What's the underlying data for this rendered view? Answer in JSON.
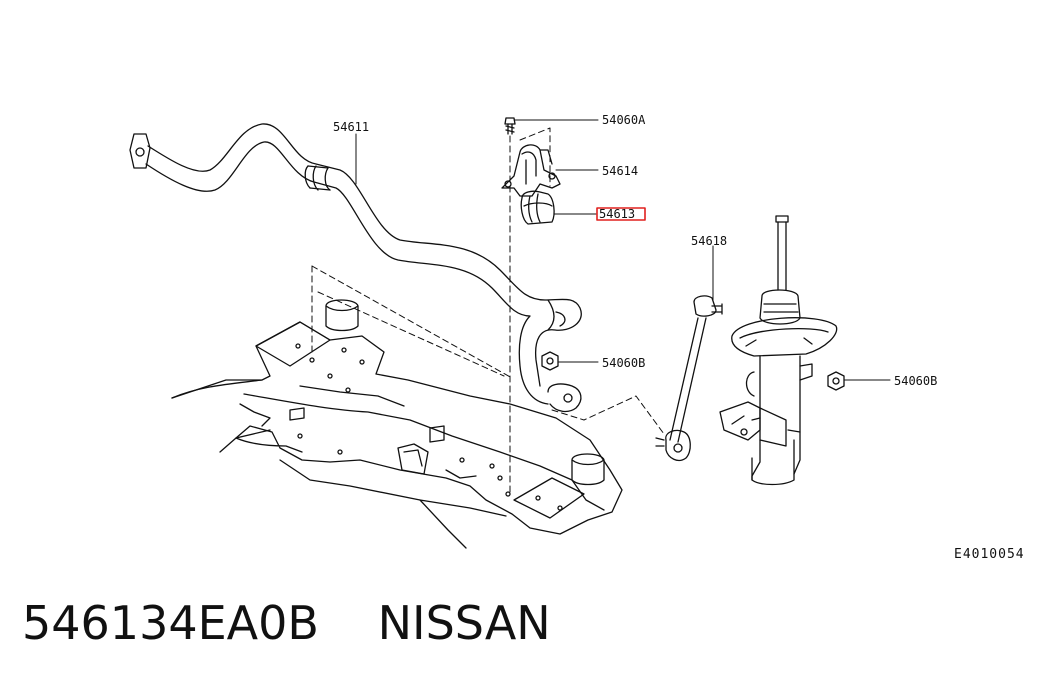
{
  "callouts": {
    "stabilizer_bar": "54611",
    "bolt_top": "54060A",
    "bracket": "54614",
    "bushing": "54613",
    "connecting_rod": "54618",
    "nut_left": "54060B",
    "nut_right": "54060B"
  },
  "reference_code": "E4010054",
  "caption": {
    "part_number": "546134EA0B",
    "brand": "NISSAN"
  },
  "colors": {
    "line": "#111111",
    "highlight": "#e0201e"
  }
}
